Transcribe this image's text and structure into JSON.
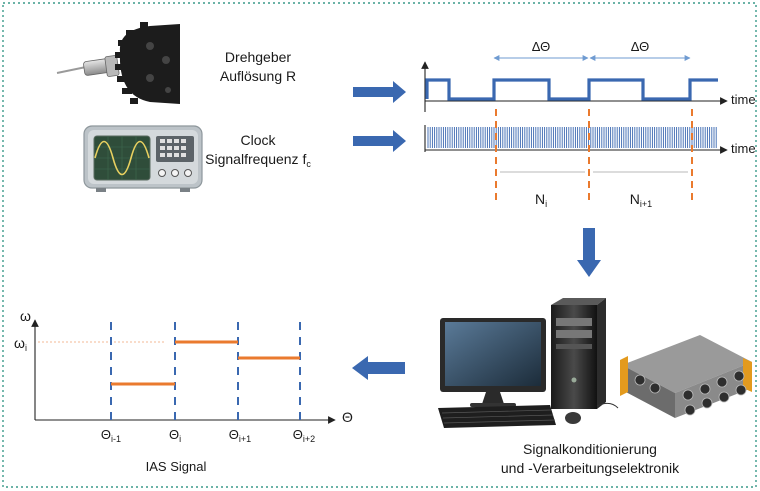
{
  "top": {
    "encoder_label": [
      "Drehgeber",
      "Auflösung R"
    ],
    "clock_label": [
      "Clock",
      "Signalfrequenz f",
      "c"
    ],
    "time_label": "time",
    "delta_theta": "ΔΘ",
    "n_label": "N",
    "n_sub_i": "i",
    "n_sub_i1": "i+1"
  },
  "bottom": {
    "omega_axis": "ω",
    "omega_i": "ω",
    "omega_i_sub": "i",
    "theta_axis": "Θ",
    "thetas": [
      {
        "base": "Θ",
        "sub": "i-1"
      },
      {
        "base": "Θ",
        "sub": "i"
      },
      {
        "base": "Θ",
        "sub": "i+1"
      },
      {
        "base": "Θ",
        "sub": "i+2"
      }
    ],
    "ias_caption": "IAS Signal"
  },
  "electronics_label": [
    "Signalkonditionierung",
    "und -Verarbeitungselektronik"
  ],
  "colors": {
    "blue": "#3a68b0",
    "orange": "#ea7a2e",
    "frame": "#3a9a8a"
  }
}
